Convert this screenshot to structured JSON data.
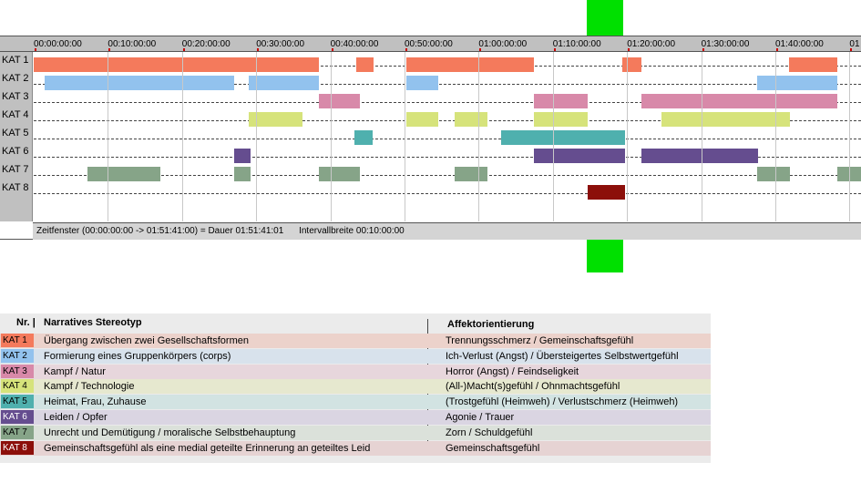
{
  "colors": {
    "kat1": "#f47a5c",
    "kat2": "#92c2ee",
    "kat3": "#d889a9",
    "kat4": "#d6e37b",
    "kat5": "#4fb0ae",
    "kat6": "#654d8f",
    "kat7": "#86a488",
    "kat8": "#8c0f0a",
    "highlight": "#00e000"
  },
  "timeline": {
    "ticks": [
      "00:00:00:00",
      "00:10:00:00",
      "00:20:00:00",
      "00:30:00:00",
      "00:40:00:00",
      "00:50:00:00",
      "01:00:00:00",
      "01:10:00:00",
      "01:20:00:00",
      "01:30:00:00",
      "01:40:00:00",
      "01"
    ],
    "rows": [
      {
        "label": "KAT 1",
        "color_key": "kat1",
        "segments": [
          [
            0,
            38.5
          ],
          [
            43.5,
            45.8
          ],
          [
            50.3,
            67.4
          ],
          [
            79.4,
            82
          ],
          [
            101.8,
            108.3
          ]
        ]
      },
      {
        "label": "KAT 2",
        "color_key": "kat2",
        "segments": [
          [
            1.5,
            27
          ],
          [
            29,
            38.5
          ],
          [
            50.3,
            54.5
          ],
          [
            97.5,
            108.3
          ]
        ]
      },
      {
        "label": "KAT 3",
        "color_key": "kat3",
        "segments": [
          [
            38.5,
            44
          ],
          [
            67.4,
            74.7
          ],
          [
            82,
            108.3
          ]
        ]
      },
      {
        "label": "KAT 4",
        "color_key": "kat4",
        "segments": [
          [
            29,
            36.3
          ],
          [
            50.3,
            54.5
          ],
          [
            56.8,
            61.2
          ],
          [
            67.4,
            74.7
          ],
          [
            84.7,
            102
          ]
        ]
      },
      {
        "label": "KAT 5",
        "color_key": "kat5",
        "segments": [
          [
            43.3,
            45.7
          ],
          [
            63,
            79.7
          ]
        ]
      },
      {
        "label": "KAT 6",
        "color_key": "kat6",
        "segments": [
          [
            27,
            29.2
          ],
          [
            67.4,
            79.7
          ],
          [
            82,
            97.7
          ]
        ]
      },
      {
        "label": "KAT 7",
        "color_key": "kat7",
        "segments": [
          [
            7.2,
            17.1
          ],
          [
            27,
            29.2
          ],
          [
            38.5,
            44
          ],
          [
            56.8,
            61.2
          ],
          [
            97.5,
            102
          ],
          [
            108.3,
            112
          ]
        ]
      },
      {
        "label": "KAT 8",
        "color_key": "kat8",
        "segments": [
          [
            74.7,
            79.7
          ]
        ]
      }
    ],
    "status": {
      "window": "Zeitfenster (00:00:00:00 -> 01:51:41:00) = Dauer 01:51:41:01",
      "interval": "Intervallbreite 00:10:00:00"
    }
  },
  "legend": {
    "header_nr": "Nr. |",
    "header_stereotyp": "Narratives Stereotyp",
    "header_affekt": "Affektorientierung",
    "rows": [
      {
        "kat": "KAT 1",
        "color_key": "kat1",
        "bg": "#ecd2cb",
        "name": "Übergang zwischen zwei Gesellschaftsformen",
        "affekt": "Trennungsschmerz / Gemeinschaftsgefühl"
      },
      {
        "kat": "KAT 2",
        "color_key": "kat2",
        "bg": "#d8e2ec",
        "name": "Formierung eines Gruppenkörpers (corps)",
        "affekt": "Ich-Verlust (Angst) / Übersteigertes Selbstwertgefühl"
      },
      {
        "kat": "KAT 3",
        "color_key": "kat3",
        "bg": "#e7d6dc",
        "name": "Kampf / Natur",
        "affekt": "Horror (Angst) / Feindseligkeit"
      },
      {
        "kat": "KAT 4",
        "color_key": "kat4",
        "bg": "#e6e8cf",
        "name": "Kampf / Technologie",
        "affekt": "(All-)Macht(s)gefühl / Ohnmachtsgefühl"
      },
      {
        "kat": "KAT 5",
        "color_key": "kat5",
        "bg": "#d2e3e2",
        "name": "Heimat, Frau, Zuhause",
        "affekt": "(Trostgefühl (Heimweh) / Verlustschmerz (Heimweh)"
      },
      {
        "kat": "KAT 6",
        "color_key": "kat6",
        "bg": "#dad5e2",
        "name": "Leiden / Opfer",
        "affekt": "Agonie / Trauer"
      },
      {
        "kat": "KAT 7",
        "color_key": "kat7",
        "bg": "#dbe1da",
        "name": "Unrecht und Demütigung / moralische Selbstbehauptung",
        "affekt": "Zorn / Schuldgefühl"
      },
      {
        "kat": "KAT 8",
        "color_key": "kat8",
        "bg": "#e6d3d3",
        "name": "Gemeinschaftsgefühl als eine medial geteilte Erinnerung an geteiltes Leid",
        "affekt": "Gemeinschaftsgefühl"
      }
    ]
  }
}
